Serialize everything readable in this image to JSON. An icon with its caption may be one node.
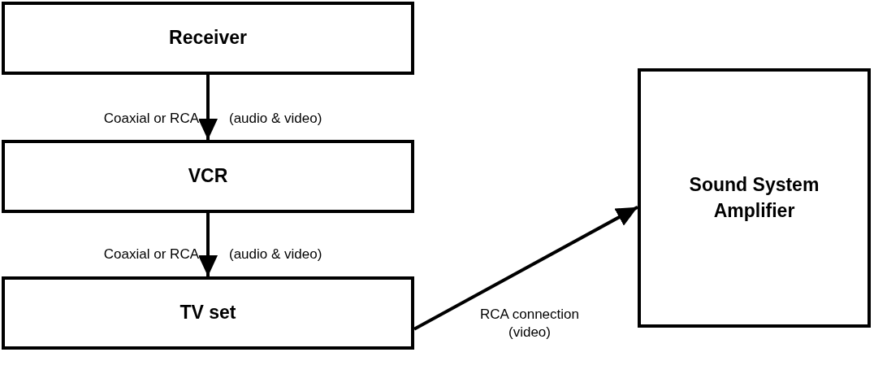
{
  "diagram": {
    "nodes": [
      {
        "text": [
          "Receiver"
        ]
      },
      {
        "text": [
          "VCR"
        ]
      },
      {
        "text": [
          "TV set"
        ]
      },
      {
        "text": [
          "Sound System Amplifier"
        ]
      }
    ],
    "edges": [
      {
        "from": 0,
        "to": 1,
        "arrow": "to",
        "label": "Coaxial or RCA"
      },
      {
        "from": 1,
        "to": 2,
        "arrow": "to",
        "label": "Coaxial or RCA"
      },
      {
        "from": 2,
        "to": 3,
        "arrow": "to",
        "label": "RCA connection (video)"
      }
    ],
    "labels": [
      "(audio & video)",
      "(audio & video)"
    ]
  }
}
